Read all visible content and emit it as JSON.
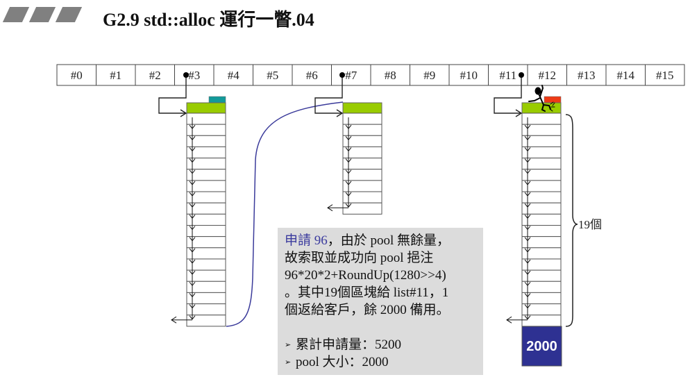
{
  "header": {
    "title": "G2.9 std::alloc 運行一瞥.04"
  },
  "free_list": {
    "slots": [
      "#0",
      "#1",
      "#2",
      "#3",
      "#4",
      "#5",
      "#6",
      "#7",
      "#8",
      "#9",
      "#10",
      "#11",
      "#12",
      "#13",
      "#14",
      "#15"
    ]
  },
  "lists": [
    {
      "slot_index": 3,
      "block_count": 19,
      "top_marker": "teal"
    },
    {
      "slot_index": 7,
      "block_count": 9,
      "top_marker": null
    },
    {
      "slot_index": 11,
      "block_count": 19,
      "top_marker": "red"
    }
  ],
  "brace_label": "19個",
  "pool": {
    "label": "2000"
  },
  "note": {
    "highlight": "申請 96",
    "line1_rest": "，由於 pool 無餘量，",
    "lines": [
      "故索取並成功向 pool 挹注",
      "96*20*2+RoundUp(1280>>4)",
      "。其中19個區塊給 list#11，1",
      "個返給客戶，餘 2000 備用。"
    ],
    "bullet_marker": "➢",
    "bullets": [
      "累計申請量：5200",
      "pool 大小：2000"
    ]
  },
  "colors": {
    "allocated": "#99cc00",
    "teal": "#139a9a",
    "red": "#ee3a16",
    "pool": "#2e3192",
    "curve": "#3a3a9a",
    "note_bg": "#dcdcdc",
    "highlight": "#3b3b9e"
  }
}
